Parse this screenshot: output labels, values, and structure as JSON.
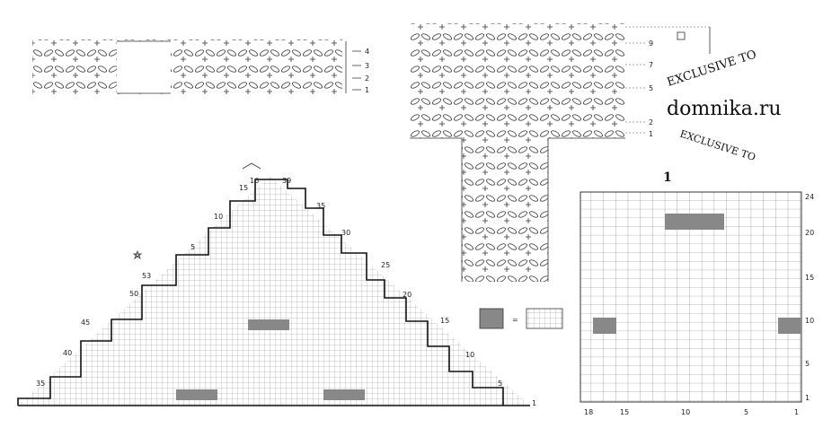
{
  "top_left_rows": [
    "1",
    "2",
    "3",
    "4"
  ],
  "top_right_rows": [
    "1",
    "2",
    "5",
    "7",
    "9"
  ],
  "stamp": {
    "line1": "EXCLUSIVE TO",
    "line2": "domnika.ru",
    "line3": "EXCLUSIVE TO"
  },
  "chart_title": "1",
  "chart_right_labels": [
    "24",
    "20",
    "15",
    "10",
    "5",
    "1"
  ],
  "chart_bottom_labels": [
    "18",
    "15",
    "10",
    "5",
    "1"
  ],
  "triangle_right_labels": [
    "39",
    "35",
    "30",
    "25",
    "20",
    "15",
    "10",
    "5",
    "1"
  ],
  "triangle_left_labels": [
    "16",
    "15",
    "10",
    "5",
    "53",
    "50",
    "45",
    "40",
    "35"
  ],
  "legend_equals": "="
}
